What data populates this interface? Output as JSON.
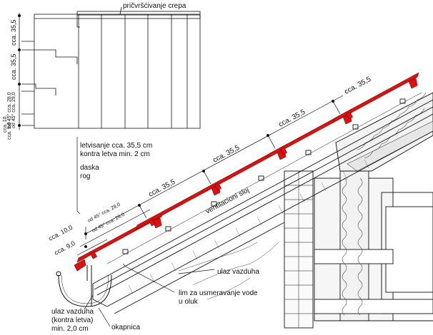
{
  "labels": {
    "tile_fixing": "pričvršćivanje crepa",
    "batten_spacing": "letvisanje cca. 35,5 cm",
    "counter_batten": "kontra letva min. 2 cm",
    "board": "daska",
    "rafter": "rog",
    "ventilation": "ventilacioni sloj",
    "air_intake": "ulaz vazduha",
    "deflector_line1": "lim za usmeravanje vode",
    "deflector_line2": "u oluk",
    "air_intake_ridge_line1": "ulaz vazduha",
    "air_intake_ridge_line2": "(kontra letva)",
    "air_intake_ridge_line3": "min. 2,0 cm",
    "drip_edge": "okapnica"
  },
  "dimensions": {
    "slope_1": "cca. 35,5",
    "slope_2": "cca. 35,5",
    "slope_3": "cca. 35,5",
    "slope_4": "cca. 35,5",
    "eave_a": "cca. 10,0",
    "eave_b": "cca. 9,0",
    "angle_a": "od 45° cca. 28,0",
    "angle_b": "od 45° cca. 29,0",
    "plan_1": "cca. 35,5",
    "plan_2": "cca. 35,5",
    "plan_3": "cca. 10,",
    "plan_4": "od 45° cca. 28,0",
    "plan_5": "od 45° cca. 29,0",
    "plan_6": "cca. 9,0"
  },
  "colors": {
    "tile_red": "#e01010",
    "line": "#111111",
    "insulation": "#f2f2f2"
  }
}
